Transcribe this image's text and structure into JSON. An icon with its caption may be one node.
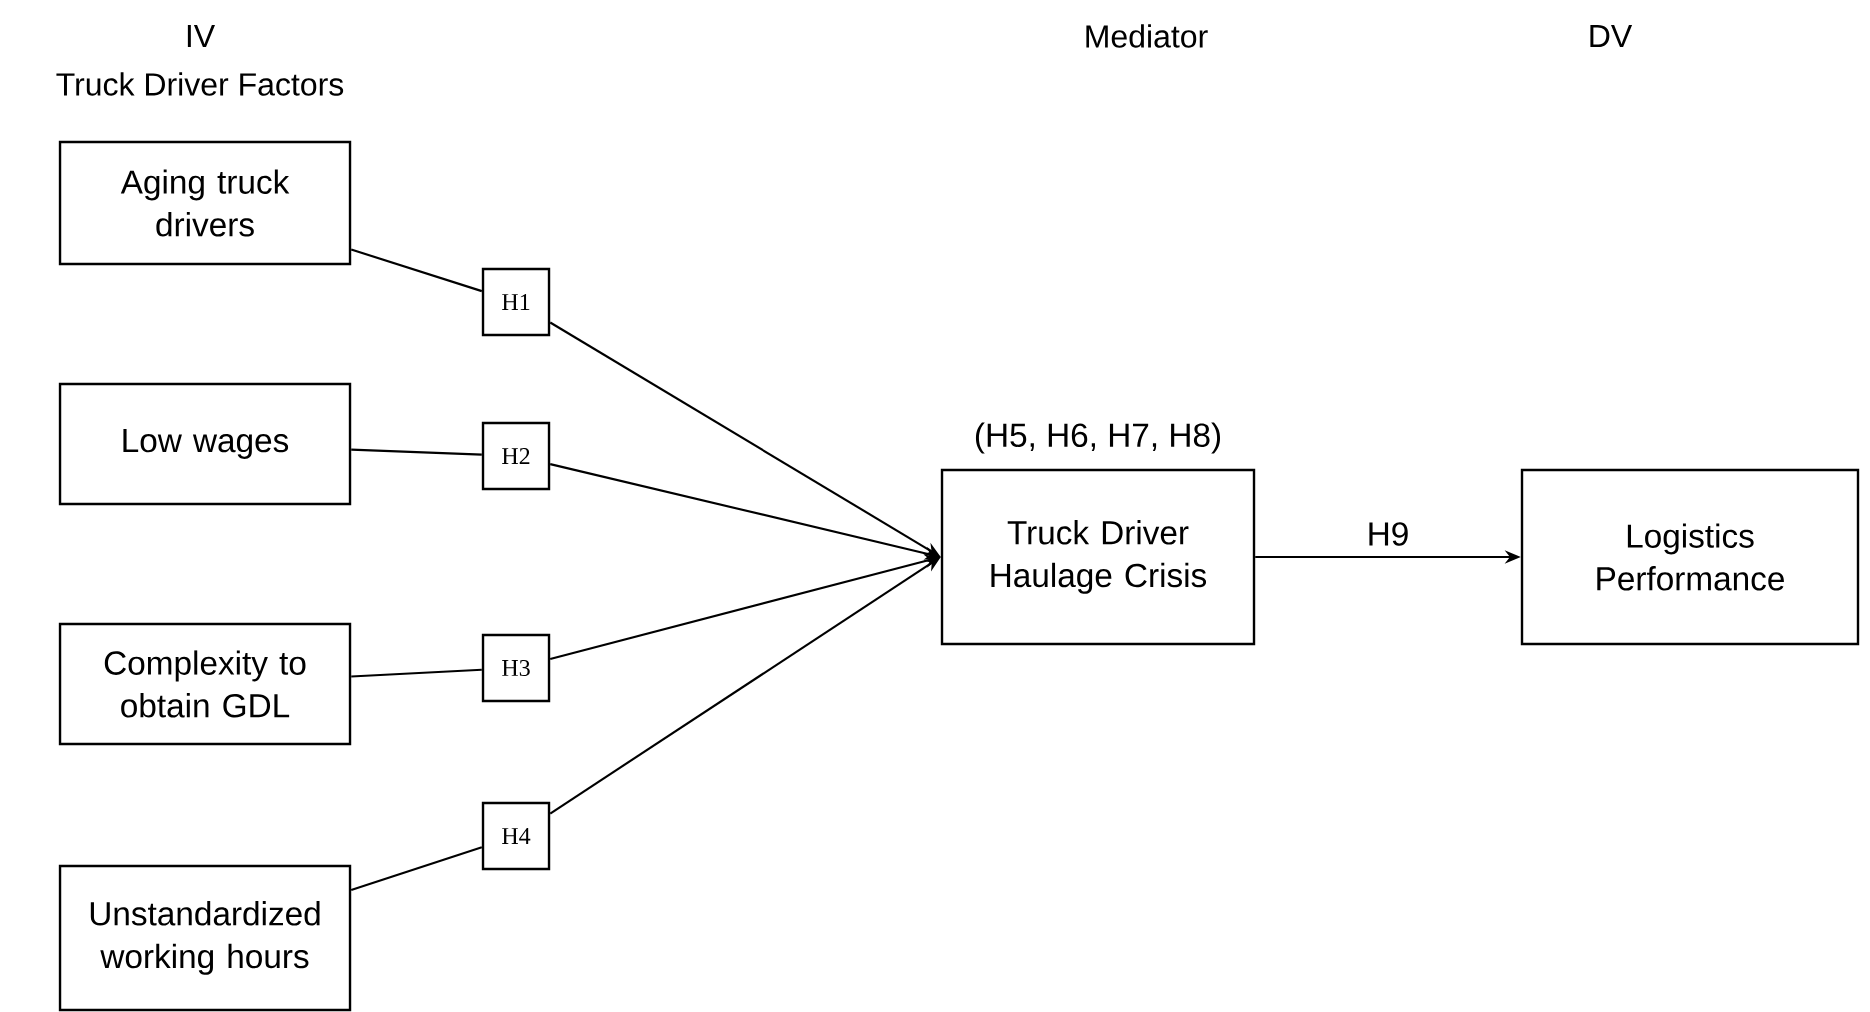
{
  "diagram": {
    "nodes": [
      {
        "text": [
          "Aging truck drivers"
        ]
      },
      {
        "text": [
          "H1"
        ]
      },
      {
        "text": [
          "Low wages"
        ]
      },
      {
        "text": [
          "H2"
        ]
      },
      {
        "text": [
          "Complexity to obtain GDL"
        ]
      },
      {
        "text": [
          "H3"
        ]
      },
      {
        "text": [
          "Unstandardized working hours"
        ]
      },
      {
        "text": [
          "H4"
        ]
      },
      {
        "text": [
          "Truck Driver Haulage Crisis"
        ],
        "beside": [
          "(H5, H6, H7, H8)"
        ]
      },
      {
        "text": [
          "Logistics Performance"
        ]
      }
    ],
    "edges": [
      {
        "from": 0,
        "to": 1,
        "arrow": "none"
      },
      {
        "from": 1,
        "to": 8,
        "arrow": "to"
      },
      {
        "from": 2,
        "to": 3,
        "arrow": "none"
      },
      {
        "from": 3,
        "to": 8,
        "arrow": "to"
      },
      {
        "from": 4,
        "to": 5,
        "arrow": "none"
      },
      {
        "from": 5,
        "to": 8,
        "arrow": "to"
      },
      {
        "from": 6,
        "to": 7,
        "arrow": "none"
      },
      {
        "from": 7,
        "to": 8,
        "arrow": "to"
      },
      {
        "from": 8,
        "to": 9,
        "arrow": "to",
        "label": "H9"
      }
    ],
    "labels": [
      "IV",
      "Truck Driver Factors",
      "Mediator",
      "DV"
    ]
  }
}
